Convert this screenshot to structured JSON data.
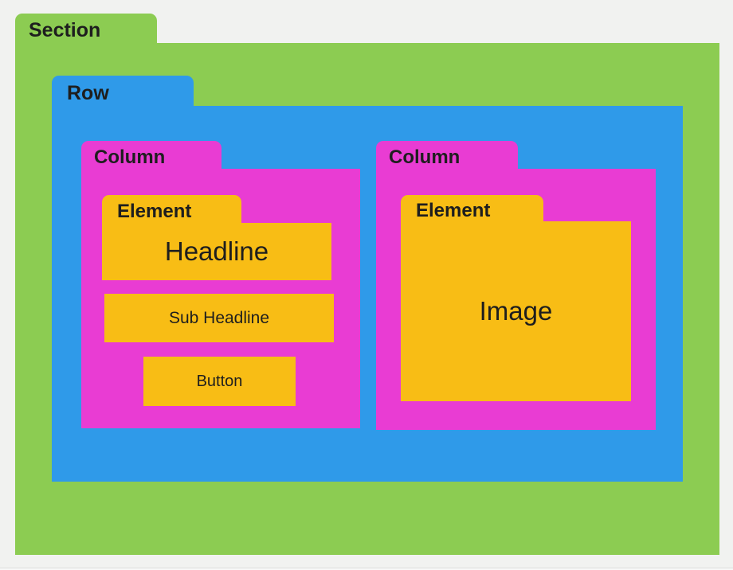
{
  "canvas": {
    "background": "#f1f2f0",
    "text_color": "#1e1e1e"
  },
  "palette": {
    "section_green": "#8ccc52",
    "row_blue": "#2f9ae9",
    "column_magenta": "#e93cd3",
    "element_yellow": "#f8bd15"
  },
  "section": {
    "label": "Section",
    "row": {
      "label": "Row",
      "columns": [
        {
          "label": "Column",
          "element": {
            "label": "Element",
            "content": "Headline"
          },
          "sub_headline": "Sub Headline",
          "button": "Button"
        },
        {
          "label": "Column",
          "element": {
            "label": "Element",
            "content": "Image"
          }
        }
      ]
    }
  }
}
